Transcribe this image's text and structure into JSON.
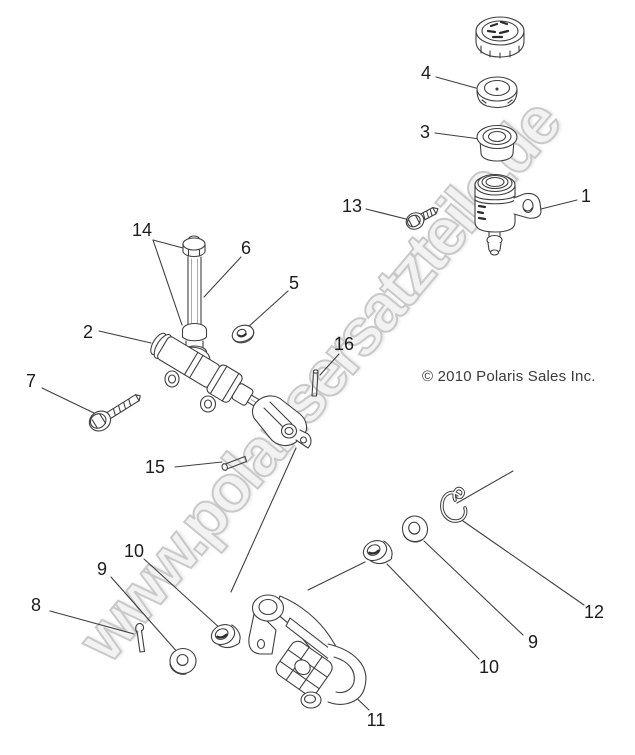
{
  "watermark": {
    "text": "www.polarisersatzteile.de"
  },
  "notice": {
    "copyright": "© 2010 Polaris Sales Inc."
  },
  "callouts": [
    {
      "label": "1"
    },
    {
      "label": "2"
    },
    {
      "label": "3"
    },
    {
      "label": "4"
    },
    {
      "label": "5"
    },
    {
      "label": "6"
    },
    {
      "label": "7"
    },
    {
      "label": "8"
    },
    {
      "label": "9"
    },
    {
      "label": "10"
    },
    {
      "label": "11"
    },
    {
      "label": "12"
    },
    {
      "label": "13"
    },
    {
      "label": "14"
    },
    {
      "label": "15"
    },
    {
      "label": "16"
    },
    {
      "label": "9"
    },
    {
      "label": "10"
    }
  ],
  "colors": {
    "line": "#3f3f3f",
    "label_text": "#1c1c1c",
    "watermark_fill": "#f2f2f2",
    "watermark_stroke": "#c9c9c9",
    "copyright_text": "#3b3b3b",
    "background": "#ffffff"
  }
}
